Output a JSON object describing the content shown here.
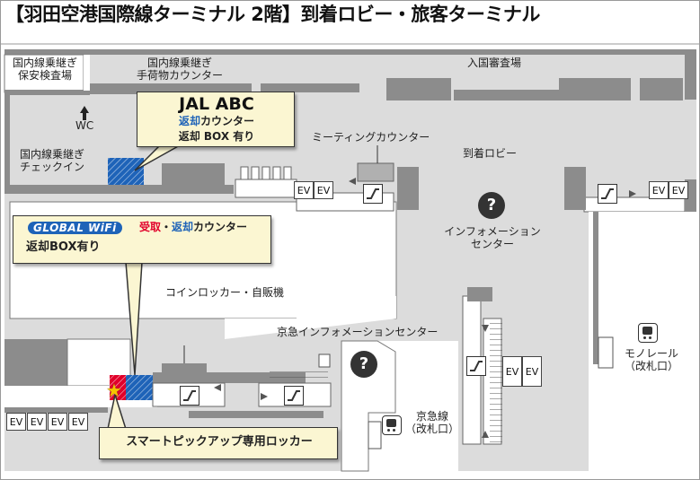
{
  "title": "【羽田空港国際線ターミナル 2階】到着ロビー・旅客ターミナル",
  "areas": {
    "domestic_security": "国内線乗継ぎ\n保安検査場",
    "domestic_baggage": "国内線乗継ぎ\n手荷物カウンター",
    "immigration": "入国審査場",
    "wc": "WC",
    "domestic_checkin": "国内線乗継ぎ\nチェックイン",
    "meeting_counter": "ミーティングカウンター",
    "arrival_lobby": "到着ロビー",
    "information_center": "インフォメーション\nセンター",
    "coin_locker": "コインロッカー・自販機",
    "keikyu_info": "京急インフォメーションセンター",
    "keikyu_line": "京急線\n（改札口）",
    "monorail": "モノレール\n（改札口）"
  },
  "callouts": {
    "jal_title": "JAL ABC",
    "jal_return": "返却",
    "jal_counter": "カウンター",
    "jal_box": "返却 BOX 有り",
    "gw_logo": "GLOBAL WiFi",
    "gw_receive": "受取",
    "gw_dot": "・",
    "gw_return": "返却",
    "gw_counter": "カウンター",
    "gw_box": "返却BOX有り",
    "pickup": "スマートピックアップ専用ロッカー"
  },
  "elevator_label": "EV",
  "icons": {
    "info": "?",
    "escalator": "escalator-icon",
    "train": "train-icon",
    "star": "★"
  },
  "colors": {
    "floor": "#dcdcdc",
    "wall": "#8c8c8c",
    "callout_bg": "#fbf6d2",
    "accent_blue": "#1e63b8",
    "accent_red": "#e1002a",
    "star": "#f5c400"
  }
}
